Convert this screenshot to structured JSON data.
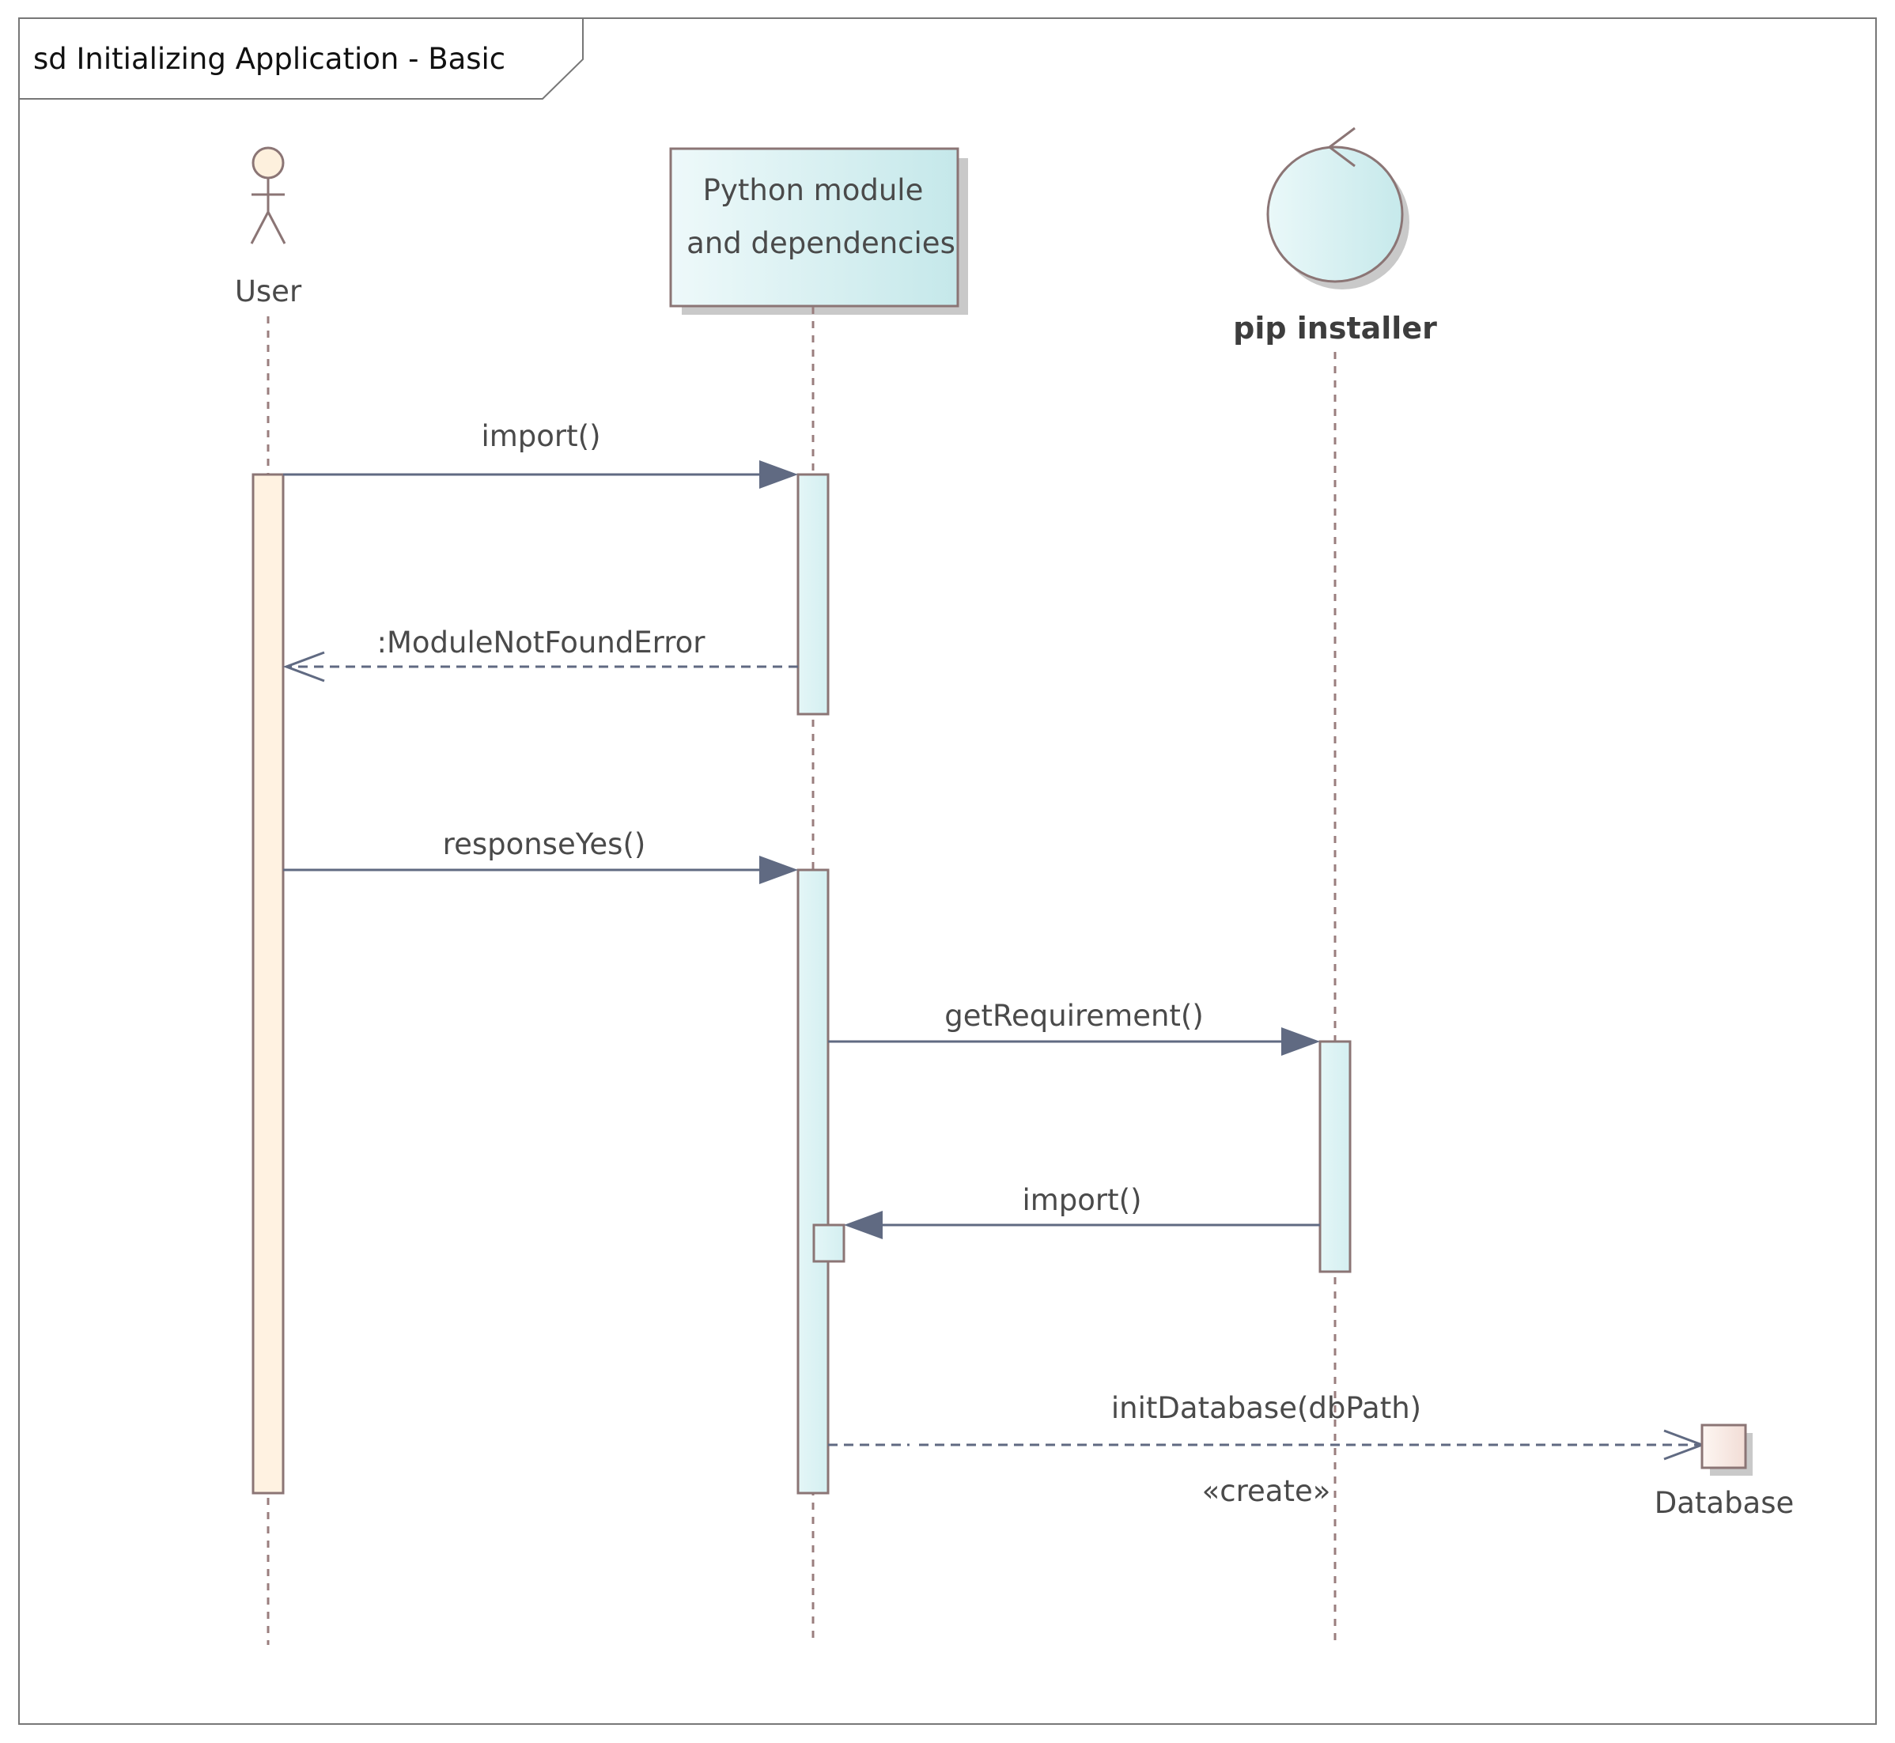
{
  "frame": {
    "title": "sd Initializing Application - Basic"
  },
  "lifelines": {
    "user": "User",
    "python_module_line1": "Python module",
    "python_module_line2": "and dependencies",
    "pip": "pip installer",
    "database": "Database"
  },
  "messages": {
    "import_call": "import()",
    "module_not_found": ":ModuleNotFoundError",
    "response_yes": "responseYes()",
    "get_requirement": "getRequirement()",
    "import_back": "import()",
    "init_database": "initDatabase(dbPath)",
    "create_stereotype": "«create»"
  },
  "colors": {
    "actor_fill": "#fdf0dd",
    "object_fill": "#d6f0f2",
    "line": "#8b7575",
    "arrow": "#606a82",
    "shadow": "#c9c9c9"
  }
}
